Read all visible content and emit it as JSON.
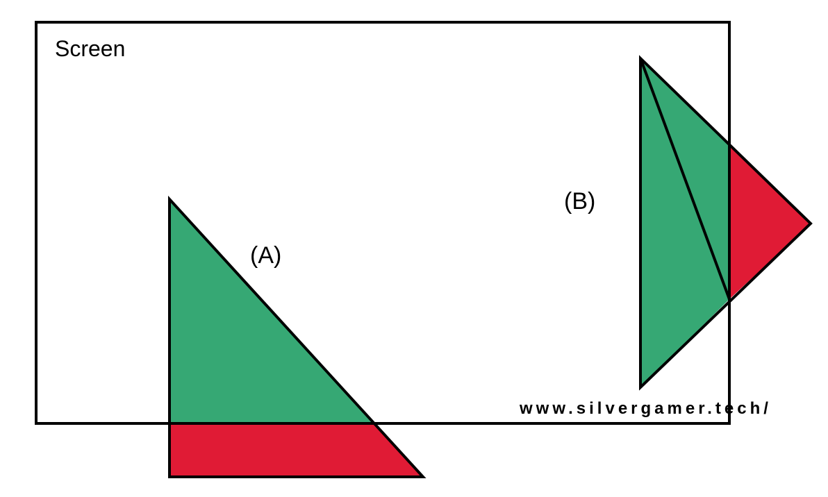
{
  "labels": {
    "screen": "Screen",
    "triangle_a": "(A)",
    "triangle_b": "(B)",
    "watermark": "www.silvergamer.tech/"
  },
  "colors": {
    "inside_fill": "#36a874",
    "outside_fill": "#e01b35",
    "stroke": "#000000",
    "background": "#ffffff"
  }
}
